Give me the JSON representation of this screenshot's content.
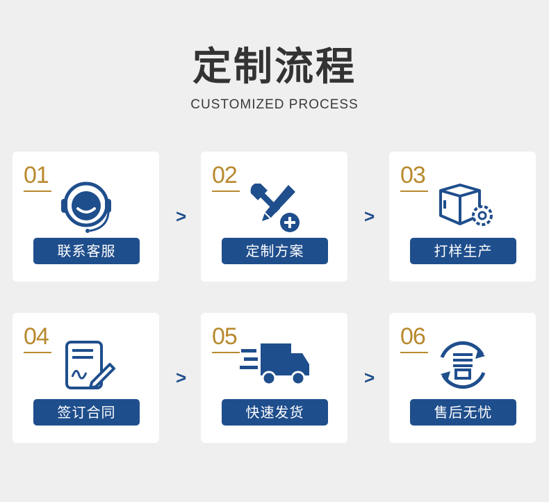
{
  "header": {
    "title": "定制流程",
    "subtitle": "CUSTOMIZED PROCESS"
  },
  "colors": {
    "accent": "#1f4e8c",
    "number": "#b8892e",
    "background": "#efefef",
    "card": "#ffffff"
  },
  "steps": [
    {
      "num": "01",
      "label": "联系客服",
      "icon": "headset-icon"
    },
    {
      "num": "02",
      "label": "定制方案",
      "icon": "tools-plus-icon"
    },
    {
      "num": "03",
      "label": "打样生产",
      "icon": "box-gear-icon"
    },
    {
      "num": "04",
      "label": "签订合同",
      "icon": "contract-sign-icon"
    },
    {
      "num": "05",
      "label": "快速发货",
      "icon": "delivery-truck-icon"
    },
    {
      "num": "06",
      "label": "售后无忧",
      "icon": "after-sales-cycle-icon"
    }
  ],
  "arrow_glyph": ">"
}
